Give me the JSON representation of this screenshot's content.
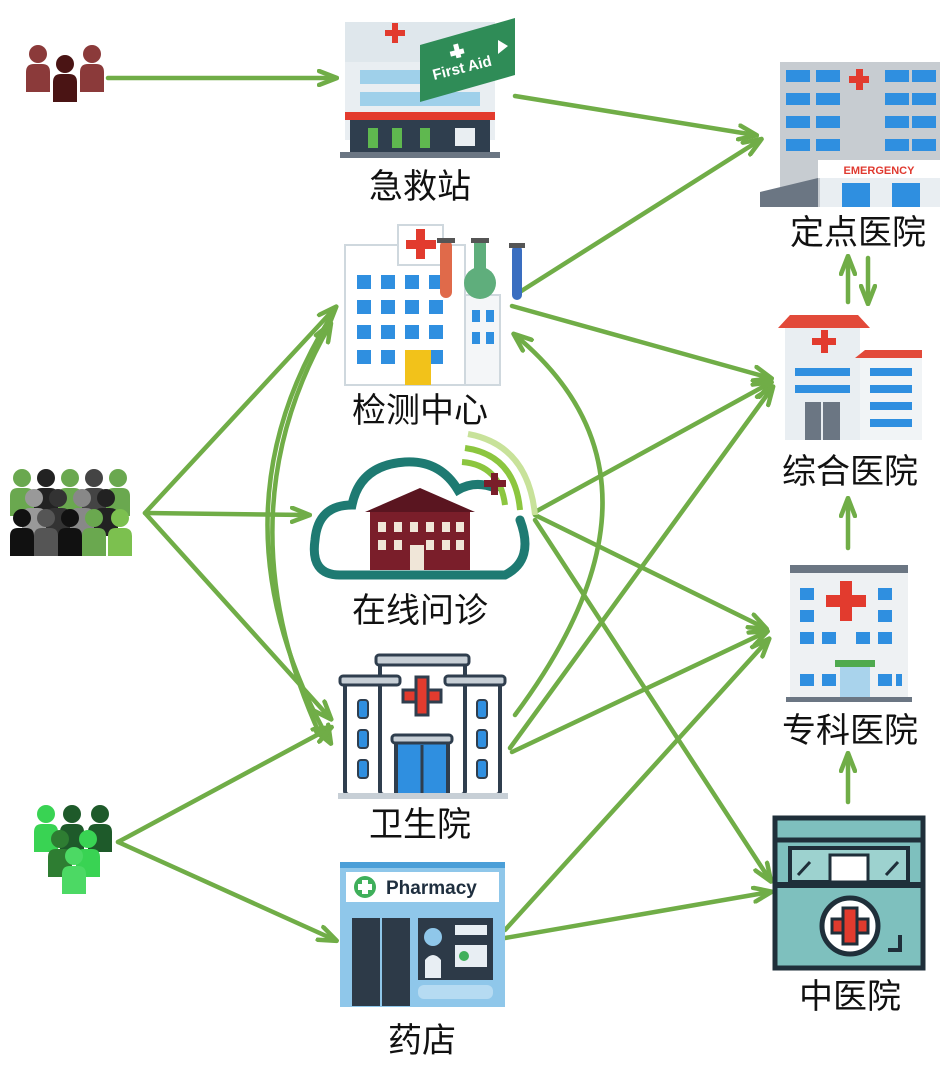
{
  "nodes": {
    "first_aid_station": {
      "label": "急救站",
      "sign_text": "First Aid"
    },
    "testing_center": {
      "label": "检测中心"
    },
    "online_consult": {
      "label": "在线问诊"
    },
    "health_center": {
      "label": "卫生院"
    },
    "pharmacy": {
      "label": "药店",
      "sign_text": "Pharmacy"
    },
    "designated_hospital": {
      "label": "定点医院",
      "sign_text": "EMERGENCY"
    },
    "general_hospital": {
      "label": "综合医院"
    },
    "specialty_hospital": {
      "label": "专科医院"
    },
    "tcm_hospital": {
      "label": "中医院"
    }
  },
  "groups": {
    "top_group": {
      "icon": "people-group-dark-red-icon",
      "color": "#7a2f2f"
    },
    "middle_group": {
      "icon": "people-crowd-gray-green-icon",
      "color": "#6aa84f"
    },
    "bottom_group": {
      "icon": "people-group-green-icon",
      "color": "#2fc24a"
    }
  },
  "colors": {
    "arrow": "#70ad47",
    "cross": "#e23b2e"
  }
}
